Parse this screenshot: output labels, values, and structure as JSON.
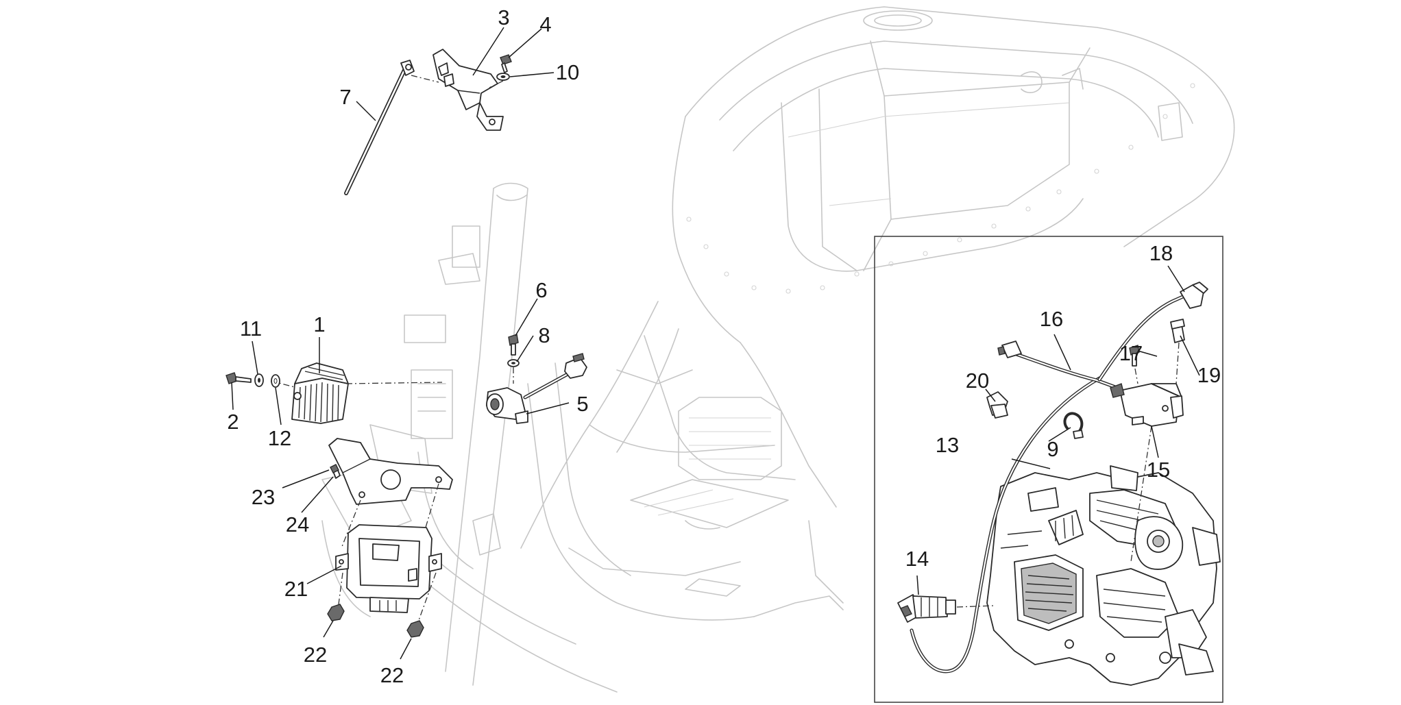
{
  "diagram": {
    "kind": "exploded parts diagram",
    "callouts": [
      {
        "id": "c1",
        "label": "1"
      },
      {
        "id": "c2",
        "label": "2"
      },
      {
        "id": "c3",
        "label": "3"
      },
      {
        "id": "c4",
        "label": "4"
      },
      {
        "id": "c5",
        "label": "5"
      },
      {
        "id": "c6",
        "label": "6"
      },
      {
        "id": "c7",
        "label": "7"
      },
      {
        "id": "c8",
        "label": "8"
      },
      {
        "id": "c9",
        "label": "9"
      },
      {
        "id": "c10",
        "label": "10"
      },
      {
        "id": "c11",
        "label": "11"
      },
      {
        "id": "c12",
        "label": "12"
      },
      {
        "id": "c13",
        "label": "13"
      },
      {
        "id": "c14",
        "label": "14"
      },
      {
        "id": "c15",
        "label": "15"
      },
      {
        "id": "c16",
        "label": "16"
      },
      {
        "id": "c17",
        "label": "17"
      },
      {
        "id": "c18",
        "label": "18"
      },
      {
        "id": "c19",
        "label": "19"
      },
      {
        "id": "c20",
        "label": "20"
      },
      {
        "id": "c21",
        "label": "21"
      },
      {
        "id": "c22a",
        "label": "22"
      },
      {
        "id": "c22b",
        "label": "22"
      },
      {
        "id": "c23",
        "label": "23"
      },
      {
        "id": "c24",
        "label": "24"
      }
    ]
  }
}
